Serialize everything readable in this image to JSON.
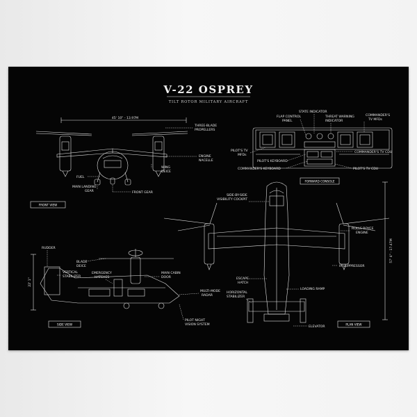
{
  "title": "V-22 OSPREY",
  "subtitle": "TILT ROTOR MILITARY AIRCRAFT",
  "front_view": {
    "caption": "FRONT VIEW",
    "dimension": "45' 10\" - 13.97M",
    "labels": {
      "three_blade_propellers": [
        "THREE-BLADE",
        "PROPELLERS"
      ],
      "engine_nacelle": [
        "ENGINE",
        "NACELLE"
      ],
      "wing_deice": [
        "WING",
        "DEICE"
      ],
      "fuel": "FUEL",
      "main_landing_gear": [
        "MAIN LANDING",
        "GEAR"
      ],
      "front_gear": "FRONT GEAR"
    }
  },
  "forward_console": {
    "caption": "FORWARD CONSOLE",
    "labels": {
      "state_indicator": "STATE INDICATOR",
      "flap_control_panel": [
        "FLAP CONTROL",
        "PANEL"
      ],
      "threat_warning_indicator": [
        "THREAT WARNING",
        "INDICATOR"
      ],
      "commanders_tv_mfds": [
        "COMMANDER'S",
        "TV MFDs"
      ],
      "pilots_tv_mfds": [
        "PILOT'S TV",
        "MFDs"
      ],
      "pilots_keyboard": "PILOT'S KEYBOARD",
      "commanders_keyboard": "COMMANDER'S KEYBOARD",
      "commanders_tv_cdu": "COMMANDER'S TV CDU",
      "pilots_tv_cdu": "PILOT'S TV CDU"
    }
  },
  "side_view": {
    "caption": "SIDE VIEW",
    "dimension": "22' 1\"",
    "labels": {
      "rudder": "RUDDER",
      "blade_deice": [
        "BLADE",
        "DEICE"
      ],
      "vertical_stabilizer": [
        "VERTICAL",
        "STABILIZER"
      ],
      "emergency_hatches": [
        "EMERGENCY",
        "HATCHES"
      ],
      "main_cabin_door": [
        "MAIN CABIN",
        "DOOR"
      ],
      "multi_mode_radar": [
        "MULTI-MODE",
        "RADAR"
      ],
      "pilot_night_vision_system": [
        "PILOT NIGHT",
        "VISION SYSTEM"
      ]
    }
  },
  "plan_view": {
    "caption": "PLAN VIEW",
    "dimension": "57' 4\" - 17.47M",
    "labels": {
      "side_by_side_cockpit": [
        "SIDE-BY-SIDE",
        "VISIBILITY COCKPIT"
      ],
      "rolls_royce_engine": [
        "ROLLS ROYCE",
        "ENGINE"
      ],
      "ir_suppressor": "IR SUPPRESSOR",
      "escape_hatch": [
        "ESCAPE",
        "HATCH"
      ],
      "horizontal_stabilizer": [
        "HORIZONTAL",
        "STABILIZER"
      ],
      "loading_ramp": "LOADING RAMP",
      "elevator": "ELEVATOR"
    }
  },
  "colors": {
    "poster_bg": "#050505",
    "ink": "#e6e6e6",
    "wall": "#f1f1f1"
  }
}
